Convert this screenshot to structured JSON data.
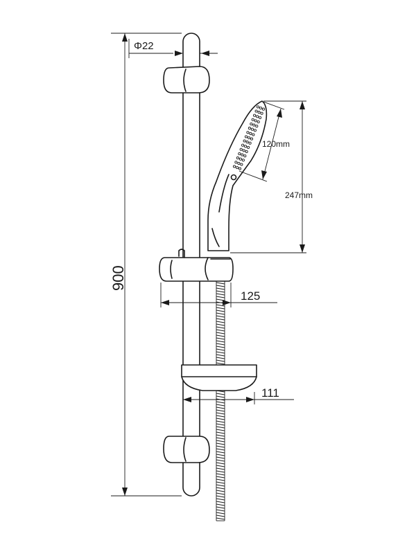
{
  "dimensions": {
    "bar_diameter": "Φ22",
    "total_height": "900",
    "holder_projection": "125",
    "soap_dish_width": "111",
    "head_diameter": "120mm",
    "handset_length": "247mm"
  },
  "colors": {
    "line": "#1a1a1a",
    "background": "#ffffff"
  }
}
